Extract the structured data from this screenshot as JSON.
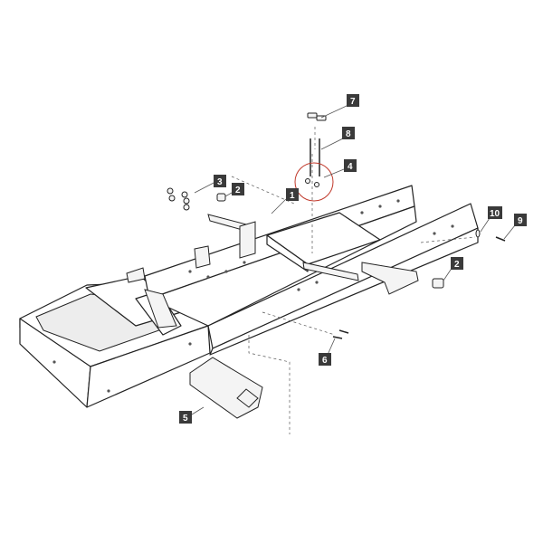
{
  "colors": {
    "callout_bg": "#3a3a3a",
    "callout_fg": "#ffffff",
    "highlight": "#c0392b"
  },
  "callouts": [
    {
      "id": "c1",
      "label": "1"
    },
    {
      "id": "c2a",
      "label": "2"
    },
    {
      "id": "c2b",
      "label": "2"
    },
    {
      "id": "c3",
      "label": "3"
    },
    {
      "id": "c4",
      "label": "4"
    },
    {
      "id": "c5",
      "label": "5"
    },
    {
      "id": "c6",
      "label": "6"
    },
    {
      "id": "c7",
      "label": "7"
    },
    {
      "id": "c8",
      "label": "8"
    },
    {
      "id": "c9",
      "label": "9"
    },
    {
      "id": "c10",
      "label": "10"
    }
  ]
}
